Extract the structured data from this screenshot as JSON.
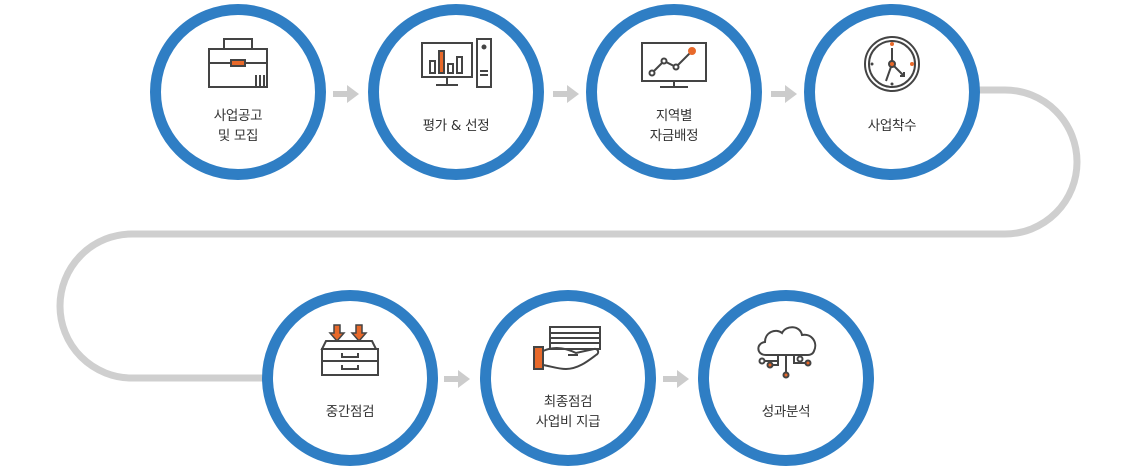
{
  "colors": {
    "ring": "#2f7ec4",
    "connector": "#cfcfcf",
    "icon_stroke": "#444444",
    "accent": "#e8692a",
    "text": "#333333"
  },
  "steps": [
    {
      "icon": "briefcase-icon",
      "lines": [
        "사업공고",
        "및 모집"
      ]
    },
    {
      "icon": "computer-chart-icon",
      "lines": [
        "평가 & 선정",
        ""
      ]
    },
    {
      "icon": "monitor-line-chart-icon",
      "lines": [
        "지역별",
        "자금배정"
      ]
    },
    {
      "icon": "clock-icon",
      "lines": [
        "사업착수",
        ""
      ]
    },
    {
      "icon": "inbox-tray-icon",
      "lines": [
        "중간점검",
        ""
      ]
    },
    {
      "icon": "hand-money-icon",
      "lines": [
        "최종점검",
        "사업비 지급"
      ]
    },
    {
      "icon": "cloud-network-icon",
      "lines": [
        "성과분석",
        ""
      ]
    }
  ]
}
